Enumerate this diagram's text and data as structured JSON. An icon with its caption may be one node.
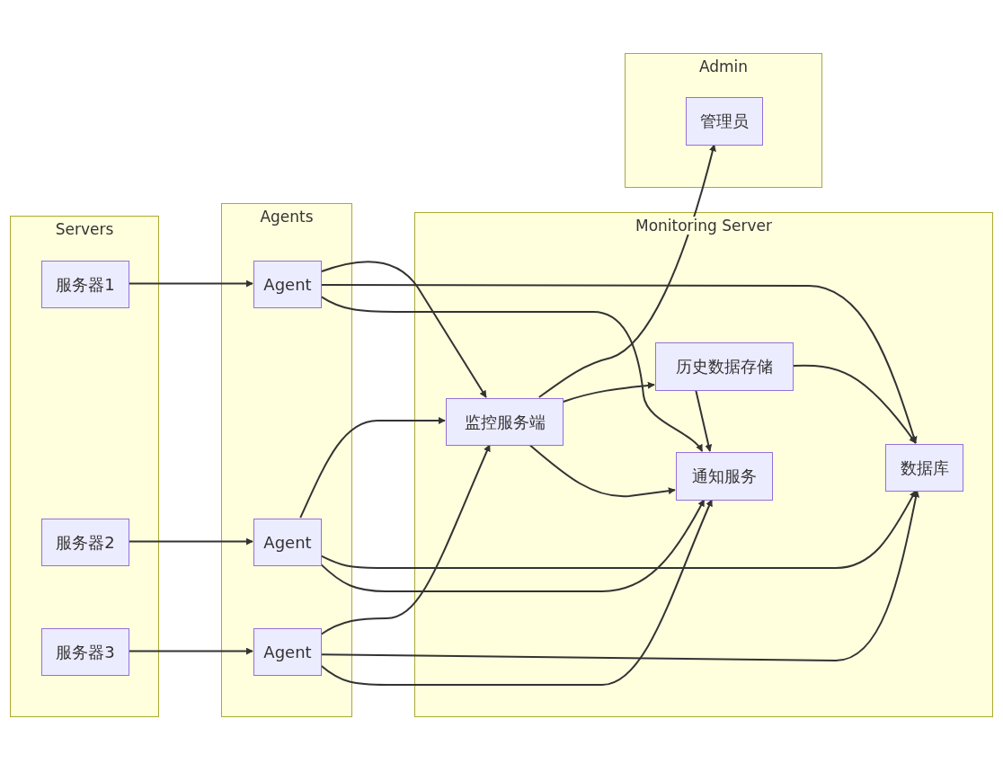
{
  "diagram": {
    "nodes": [
      {
        "text": [
          "Servers"
        ]
      },
      {
        "text": [
          "服务器1"
        ],
        "in": 0
      },
      {
        "text": [
          "服务器2"
        ],
        "in": 0
      },
      {
        "text": [
          "服务器3"
        ],
        "in": 0
      },
      {
        "text": [
          "Agents"
        ]
      },
      {
        "text": [
          "Agent"
        ],
        "in": 4
      },
      {
        "text": [
          "Agent"
        ],
        "in": 4
      },
      {
        "text": [
          "Agent"
        ],
        "in": 4
      },
      {
        "text": [
          "Admin"
        ]
      },
      {
        "text": [
          "管理员"
        ],
        "in": 8
      },
      {
        "text": [
          "Monitoring Server"
        ]
      },
      {
        "text": [
          "监控服务端"
        ],
        "in": 10
      },
      {
        "text": [
          "历史数据存储"
        ],
        "in": 10
      },
      {
        "text": [
          "通知服务"
        ],
        "in": 10
      },
      {
        "text": [
          "数据库"
        ],
        "in": 10
      }
    ],
    "edges": [
      {
        "from": 1,
        "to": 5,
        "arrow": "to"
      },
      {
        "from": 2,
        "to": 6,
        "arrow": "to"
      },
      {
        "from": 3,
        "to": 7,
        "arrow": "to"
      },
      {
        "from": 5,
        "to": 11,
        "arrow": "to"
      },
      {
        "from": 5,
        "to": 14,
        "arrow": "to"
      },
      {
        "from": 5,
        "to": 13,
        "arrow": "to"
      },
      {
        "from": 6,
        "to": 11,
        "arrow": "to"
      },
      {
        "from": 6,
        "to": 14,
        "arrow": "to"
      },
      {
        "from": 6,
        "to": 13,
        "arrow": "to"
      },
      {
        "from": 7,
        "to": 11,
        "arrow": "to"
      },
      {
        "from": 7,
        "to": 14,
        "arrow": "to"
      },
      {
        "from": 7,
        "to": 13,
        "arrow": "to"
      },
      {
        "from": 11,
        "to": 9,
        "arrow": "to"
      },
      {
        "from": 11,
        "to": 12,
        "arrow": "to"
      },
      {
        "from": 11,
        "to": 13,
        "arrow": "to"
      },
      {
        "from": 12,
        "to": 14,
        "arrow": "to"
      },
      {
        "from": 12,
        "to": 13,
        "arrow": "to"
      }
    ]
  }
}
